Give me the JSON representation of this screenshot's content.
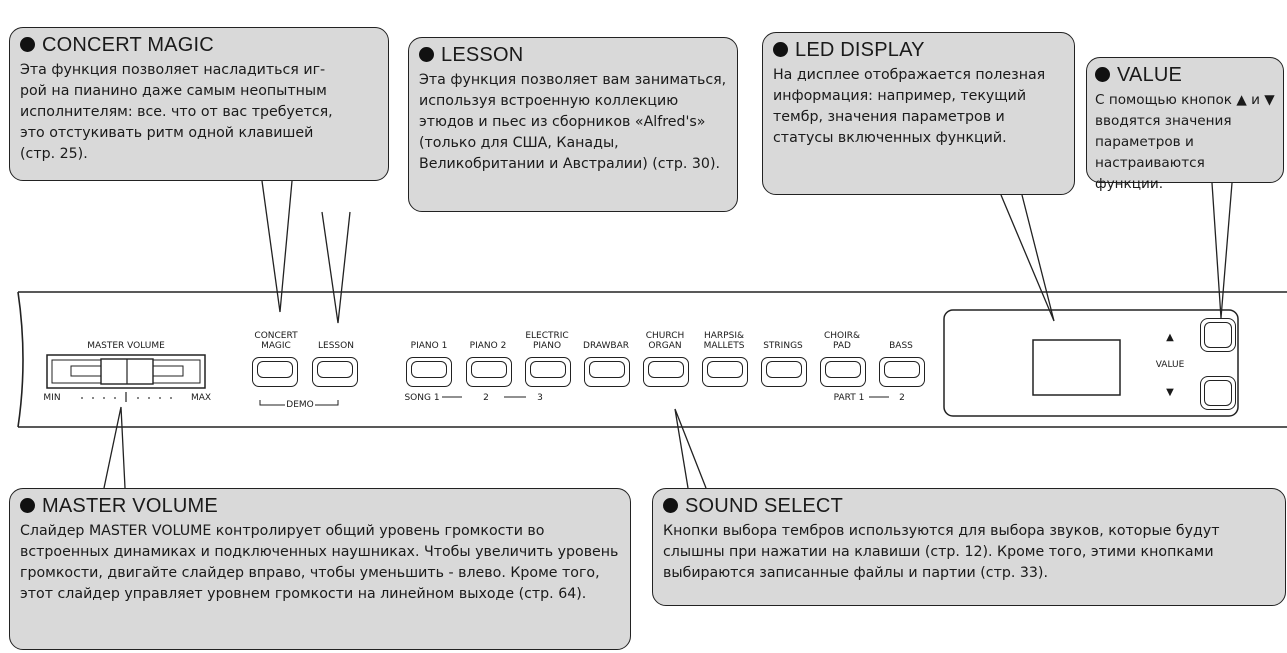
{
  "callouts": {
    "concert_magic": {
      "title": "CONCERT MAGIC",
      "text": "Эта функция позволяет насладиться иг-\nрой на пианино даже самым неопытным\nисполнителям: все. что от вас требуется,\nэто отстукивать ритм одной клавишей\n (стр. 25)."
    },
    "lesson": {
      "title": "LESSON",
      "text": "Эта функция позволяет вам заниматьcя, используя встроенную коллекцию этюдов и пьес из сборников «Alfred's» (только для США, Канады, Великобритании и Австралии) (стр. 30)."
    },
    "led_display": {
      "title": "LED DISPLAY",
      "text": "На дисплее отображается полезная информация: например, текущий тембр, значения параметров и статусы включенных функций."
    },
    "value": {
      "title": "VALUE",
      "text": "С помощью кнопок ▲ и ▼ вводятся значения параметров и настраиваются функции."
    },
    "master_volume": {
      "title": "MASTER VOLUME",
      "text": "Слайдер MASTER VOLUME контролирует общий уровень громкости во встроенных динамиках и подключенных наушниках. Чтобы увеличить уровень громкости, двигайте слайдер вправо, чтобы уменьшить - влево. Кроме того, этот слайдер управляет уровнем громкости на линейном выходе (стр. 64)."
    },
    "sound_select": {
      "title": "SOUND SELECT",
      "text": "Кнопки выбора тембров используются для выбора звуков, которые будут слышны при нажатии на клавиши (стр. 12). Кроме того, этими кнопками выбираются записанные файлы и партии (стр. 33)."
    }
  },
  "panel": {
    "master_volume_label": "MASTER VOLUME",
    "min_label": "MIN",
    "max_label": "MAX",
    "concert_magic_label": "CONCERT\nMAGIC",
    "lesson_label": "LESSON",
    "demo_label": "DEMO",
    "sound_buttons": [
      {
        "label": "PIANO 1"
      },
      {
        "label": "PIANO 2"
      },
      {
        "label": "ELECTRIC\nPIANO"
      },
      {
        "label": "DRAWBAR"
      },
      {
        "label": "CHURCH\nORGAN"
      },
      {
        "label": "HARPSI&\nMALLETS"
      },
      {
        "label": "STRINGS"
      },
      {
        "label": "CHOIR&\nPAD"
      },
      {
        "label": "BASS"
      }
    ],
    "song_label": "SONG 1",
    "song_2": "2",
    "song_3": "3",
    "part_label": "PART 1",
    "part_2": "2",
    "value_label": "VALUE",
    "value_up": "▲",
    "value_down": "▼"
  }
}
